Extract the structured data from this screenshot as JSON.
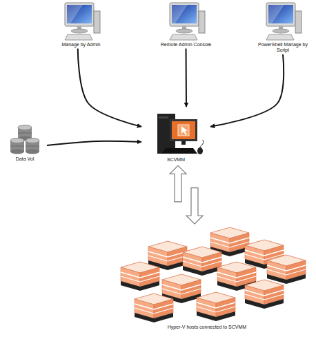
{
  "diagram": {
    "nodes": [
      {
        "text": [
          "Manage by Admin"
        ]
      },
      {
        "text": [
          "Remote Admin Console"
        ]
      },
      {
        "text": [
          "PowerShell Manage by Script"
        ]
      },
      {
        "text": [
          "Data Vol"
        ]
      },
      {
        "text": [
          "SCVMM"
        ]
      },
      {
        "text": [
          "Hyper-V hosts connected to SCVMM"
        ]
      }
    ],
    "edges": [
      {
        "from": 0,
        "to": 4,
        "arrow": "to"
      },
      {
        "from": 1,
        "to": 4,
        "arrow": "to"
      },
      {
        "from": 2,
        "to": 4,
        "arrow": "to"
      },
      {
        "from": 3,
        "to": 4,
        "arrow": "to"
      },
      {
        "from": 4,
        "to": 5,
        "arrow": "both"
      }
    ]
  }
}
